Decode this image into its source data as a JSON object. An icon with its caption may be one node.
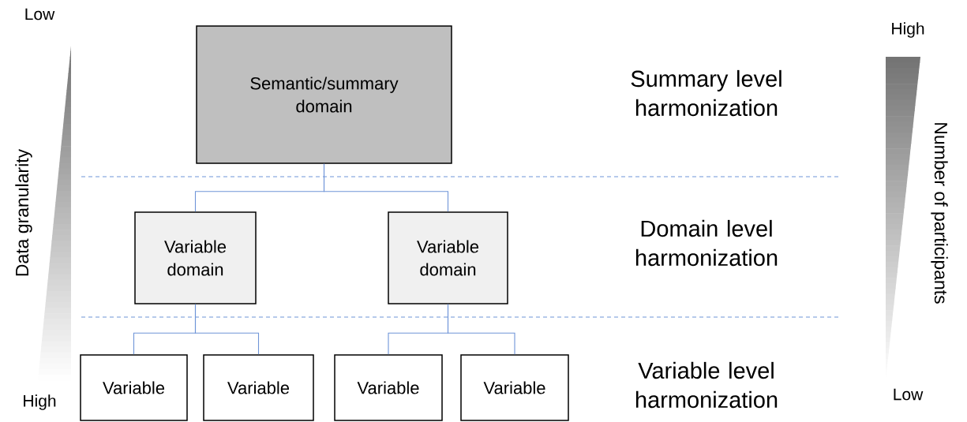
{
  "diagram": {
    "nodes": [
      {
        "text": [
          "Semantic/summary domain"
        ]
      },
      {
        "text": [
          "Variable domain"
        ]
      },
      {
        "text": [
          "Variable domain"
        ]
      },
      {
        "text": [
          "Variable"
        ]
      },
      {
        "text": [
          "Variable"
        ]
      },
      {
        "text": [
          "Variable"
        ]
      },
      {
        "text": [
          "Variable"
        ]
      }
    ],
    "edges": [
      {
        "from": 0,
        "to": 1,
        "arrow": "none"
      },
      {
        "from": 0,
        "to": 2,
        "arrow": "none"
      },
      {
        "from": 1,
        "to": 3,
        "arrow": "none"
      },
      {
        "from": 1,
        "to": 4,
        "arrow": "none"
      },
      {
        "from": 2,
        "to": 5,
        "arrow": "none"
      },
      {
        "from": 2,
        "to": 6,
        "arrow": "none"
      }
    ],
    "labels": [
      "Low",
      "Data granularity",
      "High",
      "High",
      "Summary level harmonization",
      "Number of participants",
      "Domain level harmonization",
      "Variable level harmonization",
      "Low"
    ]
  }
}
